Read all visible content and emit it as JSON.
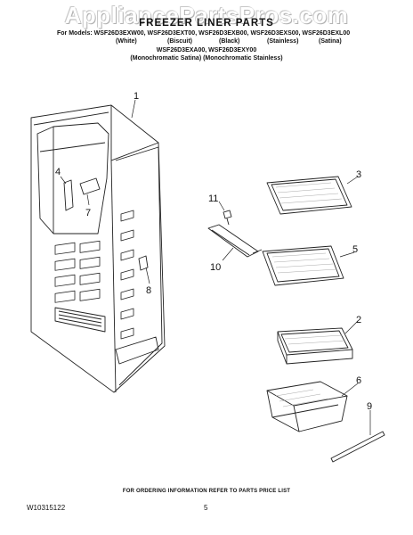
{
  "watermark": "AppliancePartsPros.com",
  "title": "FREEZER LINER PARTS",
  "models_line": "For Models: WSF26D3EXW00, WSF26D3EXT00, WSF26D3EXB00, WSF26D3EXS00, WSF26D3EXL00",
  "finishes": [
    "(White)",
    "(Biscuit)",
    "(Black)",
    "(Stainless)",
    "(Satina)"
  ],
  "models_line2": "WSF26D3EXA00, WSF26D3EXY00",
  "finishes2": "(Monochromatic Satina) (Monochromatic Stainless)",
  "callouts": [
    "1",
    "2",
    "3",
    "4",
    "5",
    "6",
    "7",
    "8",
    "9",
    "10",
    "11"
  ],
  "footer_note": "FOR ORDERING INFORMATION REFER TO PARTS PRICE LIST",
  "doc_number": "W10315122",
  "page_number": "5"
}
